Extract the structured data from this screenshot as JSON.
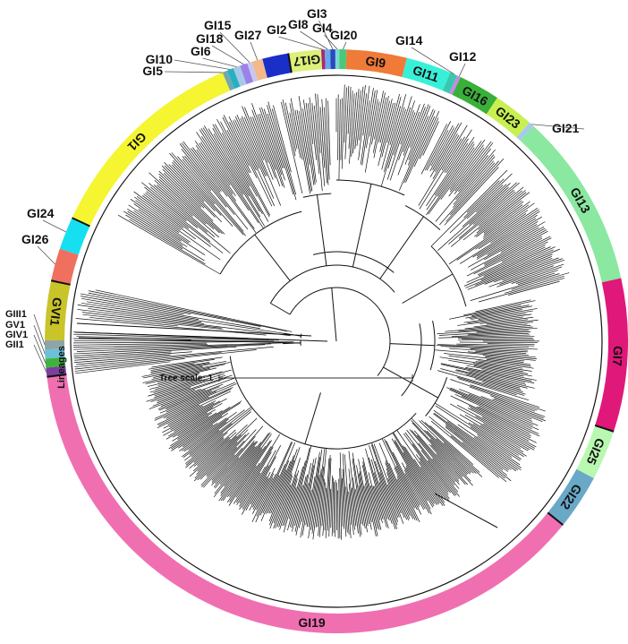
{
  "diagram": {
    "type": "circular-phylogenetic-tree",
    "lineages_label": "Lineages",
    "tree_scale_label": "Tree scale: 1",
    "segments": [
      {
        "id": "GI19",
        "color": "#f06fb1",
        "label": "GI19"
      },
      {
        "id": "GII1",
        "color": "#7b3fa0",
        "label": "GII1"
      },
      {
        "id": "GIV1",
        "color": "#3fb43c",
        "label": "GIV1"
      },
      {
        "id": "GV1",
        "color": "#6cc0d8",
        "label": "GV1"
      },
      {
        "id": "GIII1",
        "color": "#8fa4a8",
        "label": "GIII1"
      },
      {
        "id": "GVI1",
        "color": "#c8c42a",
        "label": "GVI1"
      },
      {
        "id": "GI26",
        "color": "#f07060",
        "label": "GI26"
      },
      {
        "id": "GI24",
        "color": "#16e0f0",
        "label": "GI24"
      },
      {
        "id": "GI1",
        "color": "#f5f531",
        "label": "GI1"
      },
      {
        "id": "GI5",
        "color": "#73a7b0",
        "label": "GI5"
      },
      {
        "id": "GI10",
        "color": "#28b0c0",
        "label": "GI10"
      },
      {
        "id": "GI6",
        "color": "#a8c8e8",
        "label": "GI6"
      },
      {
        "id": "GI18",
        "color": "#9b82e8",
        "label": "GI18"
      },
      {
        "id": "GI15",
        "color": "#c8c8f0",
        "label": "GI15"
      },
      {
        "id": "GI27",
        "color": "#f5b888",
        "label": "GI27"
      },
      {
        "id": "GI27b",
        "color": "#1a2fc8",
        "label": ""
      },
      {
        "id": "GI17",
        "color": "#dcf07a",
        "label": "GI17"
      },
      {
        "id": "GI2",
        "color": "#a8287a",
        "label": "GI2"
      },
      {
        "id": "GI8",
        "color": "#6aa8e8",
        "label": "GI8"
      },
      {
        "id": "GI3",
        "color": "#2a48c0",
        "label": "GI3"
      },
      {
        "id": "GI4",
        "color": "#7ad8d0",
        "label": "GI4"
      },
      {
        "id": "GI20",
        "color": "#48c878",
        "label": "GI20"
      },
      {
        "id": "GI9",
        "color": "#f07a38",
        "label": "GI9"
      },
      {
        "id": "GI11",
        "color": "#38f0d8",
        "label": "GI11"
      },
      {
        "id": "GI14",
        "color": "#38c8b0",
        "label": "GI14"
      },
      {
        "id": "GI12",
        "color": "#c888e8",
        "label": "GI12"
      },
      {
        "id": "GI16",
        "color": "#3ab03a",
        "label": "GI16"
      },
      {
        "id": "GI23",
        "color": "#c8f050",
        "label": "GI23"
      },
      {
        "id": "GI21",
        "color": "#a8c8f0",
        "label": "GI21"
      },
      {
        "id": "GI13",
        "color": "#8ae8a0",
        "label": "GI13"
      },
      {
        "id": "GI7",
        "color": "#e0187a",
        "label": "GI7"
      },
      {
        "id": "GI25",
        "color": "#b8f8b0",
        "label": "GI25"
      },
      {
        "id": "GI22",
        "color": "#6aa8c8",
        "label": "GI22"
      }
    ]
  }
}
